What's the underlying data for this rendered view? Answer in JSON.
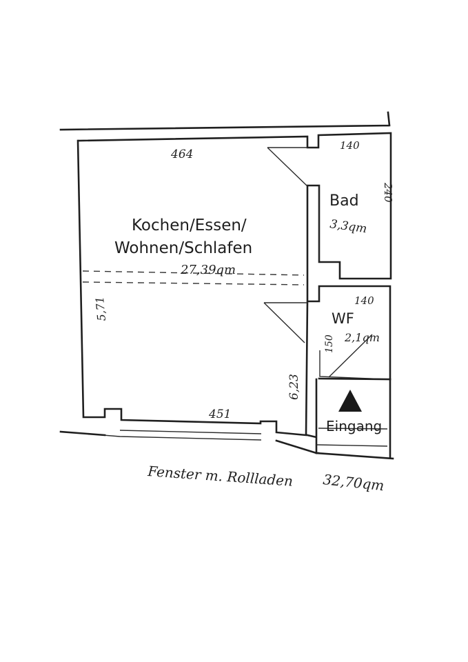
{
  "rooms": {
    "main": {
      "name_line1": "Kochen/Essen/",
      "name_line2": "Wohnen/Schlafen",
      "area": "27,39qm",
      "dim_top": "464",
      "dim_left": "5,71",
      "dim_right": "6,23",
      "dim_bottom": "451"
    },
    "bath": {
      "name": "Bad",
      "area": "3,3qm",
      "dim_top": "140",
      "dim_side": "240"
    },
    "wf": {
      "name": "WF",
      "area": "2,1qm",
      "dim_top": "140",
      "dim_side": "150"
    }
  },
  "entrance": {
    "label": "Eingang"
  },
  "notes": {
    "window": "Fenster m. Rollladen",
    "total_area": "32,70qm"
  },
  "colors": {
    "ink": "#1f1f1f",
    "paper": "#ffffff"
  }
}
